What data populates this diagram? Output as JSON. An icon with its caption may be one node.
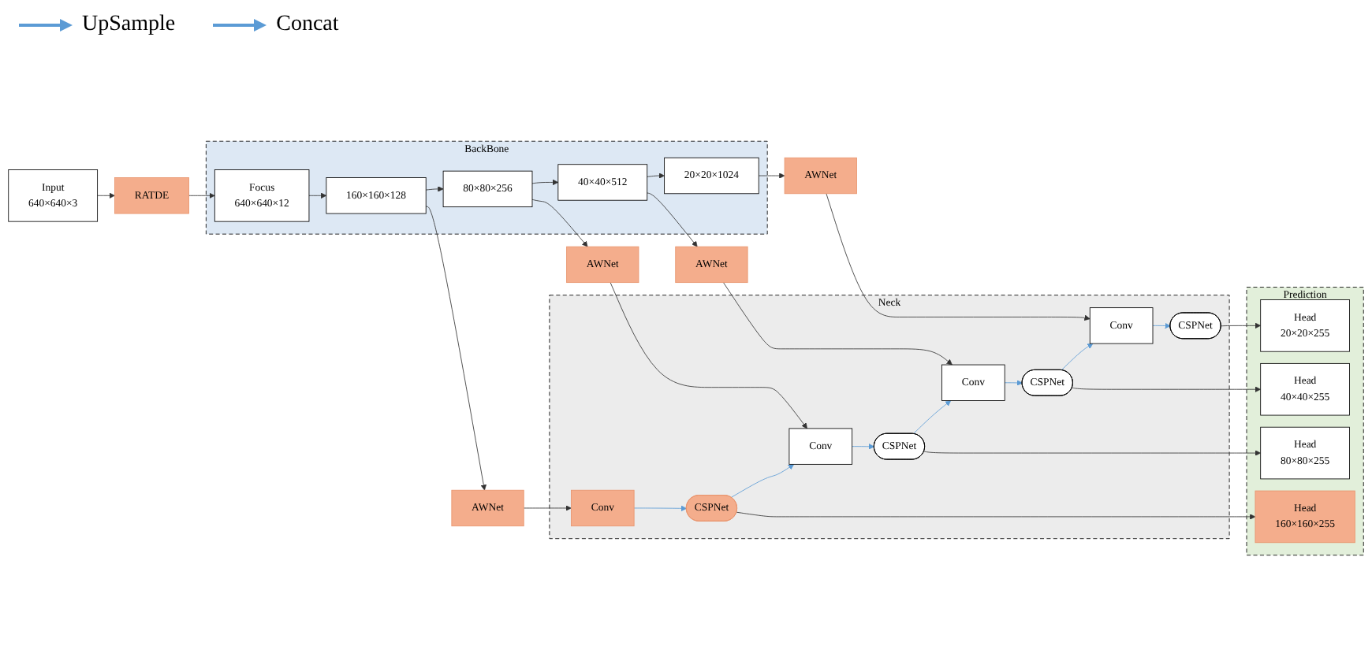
{
  "diagram": {
    "nodes": [
      {
        "text": [
          "Input",
          "640×640×3"
        ]
      },
      {
        "text": [
          "RATDE"
        ]
      },
      {
        "text": [
          "BackBone"
        ]
      },
      {
        "text": [
          "Focus",
          "640×640×12"
        ],
        "in": 2
      },
      {
        "text": [
          "160×160×128"
        ],
        "in": 2
      },
      {
        "text": [
          "80×80×256"
        ],
        "in": 2
      },
      {
        "text": [
          "40×40×512"
        ],
        "in": 2
      },
      {
        "text": [
          "20×20×1024"
        ],
        "in": 2
      },
      {
        "text": [
          "AWNet"
        ]
      },
      {
        "text": [
          "AWNet"
        ]
      },
      {
        "text": [
          "AWNet"
        ]
      },
      {
        "text": [
          "AWNet"
        ]
      },
      {
        "text": [
          "Neck"
        ]
      },
      {
        "text": [
          "Conv"
        ],
        "in": 12
      },
      {
        "text": [
          "Conv"
        ],
        "in": 12
      },
      {
        "text": [
          "Conv"
        ],
        "in": 12
      },
      {
        "text": [
          "Conv"
        ],
        "in": 12
      },
      {
        "text": [
          "CSPNet"
        ],
        "in": 12
      },
      {
        "text": [
          "CSPNet"
        ],
        "in": 12
      },
      {
        "text": [
          "CSPNet"
        ],
        "in": 12
      },
      {
        "text": [
          "CSPNet"
        ],
        "in": 12
      },
      {
        "text": [
          "Prediction"
        ]
      },
      {
        "text": [
          "Head",
          "160×160×255"
        ],
        "in": 21
      },
      {
        "text": [
          "Head",
          "80×80×255"
        ],
        "in": 21
      },
      {
        "text": [
          "Head",
          "40×40×255"
        ],
        "in": 21
      },
      {
        "text": [
          "Head",
          "20×20×255"
        ],
        "in": 21
      }
    ],
    "edges": [
      {
        "from": 0,
        "to": 1,
        "arrow": "to"
      },
      {
        "from": 1,
        "to": 3,
        "arrow": "to"
      },
      {
        "from": 3,
        "to": 4,
        "arrow": "to"
      },
      {
        "from": 4,
        "to": 5,
        "arrow": "to"
      },
      {
        "from": 5,
        "to": 6,
        "arrow": "to"
      },
      {
        "from": 6,
        "to": 7,
        "arrow": "to"
      },
      {
        "from": 4,
        "to": 8,
        "arrow": "to"
      },
      {
        "from": 5,
        "to": 9,
        "arrow": "to"
      },
      {
        "from": 6,
        "to": 10,
        "arrow": "to"
      },
      {
        "from": 7,
        "to": 11,
        "arrow": "to"
      },
      {
        "from": 8,
        "to": 13,
        "arrow": "to"
      },
      {
        "from": 9,
        "to": 14,
        "arrow": "to"
      },
      {
        "from": 10,
        "to": 15,
        "arrow": "to"
      },
      {
        "from": 11,
        "to": 16,
        "arrow": "to"
      },
      {
        "from": 13,
        "to": 17,
        "arrow": "to",
        "color": "#5b9bd5"
      },
      {
        "from": 14,
        "to": 18,
        "arrow": "to",
        "color": "#5b9bd5"
      },
      {
        "from": 15,
        "to": 19,
        "arrow": "to",
        "color": "#5b9bd5"
      },
      {
        "from": 16,
        "to": 20,
        "arrow": "to",
        "color": "#5b9bd5"
      },
      {
        "from": 17,
        "to": 14,
        "arrow": "to",
        "color": "#5b9bd5"
      },
      {
        "from": 18,
        "to": 15,
        "arrow": "to",
        "color": "#5b9bd5"
      },
      {
        "from": 19,
        "to": 16,
        "arrow": "to",
        "color": "#5b9bd5"
      },
      {
        "from": 17,
        "to": 22,
        "arrow": "to"
      },
      {
        "from": 18,
        "to": 23,
        "arrow": "to"
      },
      {
        "from": 19,
        "to": 24,
        "arrow": "to"
      },
      {
        "from": 20,
        "to": 25,
        "arrow": "to"
      }
    ],
    "legend": [
      {
        "text": "UpSample"
      },
      {
        "text": "Concat"
      }
    ]
  }
}
